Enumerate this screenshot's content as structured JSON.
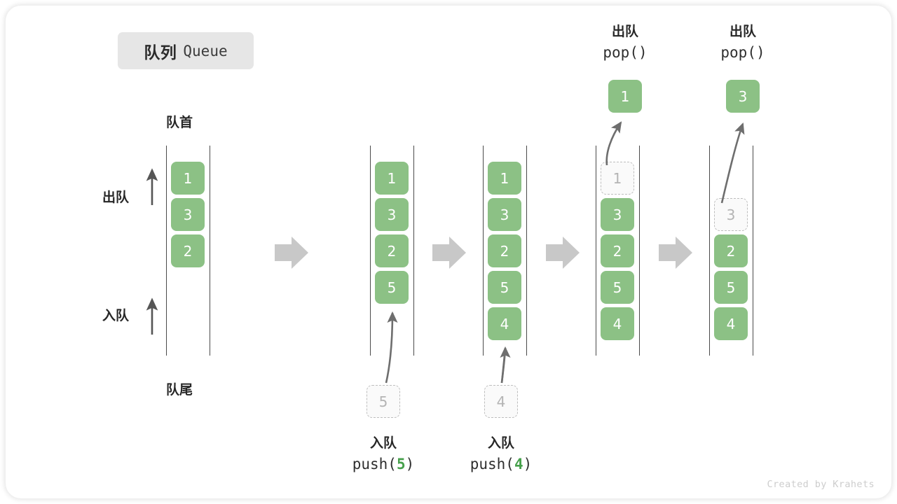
{
  "title": {
    "cn": "队列",
    "en": "Queue"
  },
  "labels": {
    "front": "队首",
    "rear": "队尾",
    "dequeue": "出队",
    "enqueue": "入队"
  },
  "colors": {
    "cell_fill": "#8cc185",
    "cell_text": "#ffffff",
    "ghost_border": "#bdbdbd",
    "ghost_text": "#b4b4b4",
    "arrow_gray": "#c8c8c8",
    "curve_gray": "#6e6e6e",
    "accent_green": "#46a04b",
    "badge_bg": "#e6e6e6",
    "rail": "#4a4a4a"
  },
  "columns": [
    {
      "id": "state-initial",
      "cells": [
        {
          "value": "1",
          "state": "filled"
        },
        {
          "value": "3",
          "state": "filled"
        },
        {
          "value": "2",
          "state": "filled"
        }
      ]
    },
    {
      "id": "state-after-push-5",
      "cells": [
        {
          "value": "1",
          "state": "filled"
        },
        {
          "value": "3",
          "state": "filled"
        },
        {
          "value": "2",
          "state": "filled"
        },
        {
          "value": "5",
          "state": "filled"
        }
      ]
    },
    {
      "id": "state-after-push-4",
      "cells": [
        {
          "value": "1",
          "state": "filled"
        },
        {
          "value": "3",
          "state": "filled"
        },
        {
          "value": "2",
          "state": "filled"
        },
        {
          "value": "5",
          "state": "filled"
        },
        {
          "value": "4",
          "state": "filled"
        }
      ]
    },
    {
      "id": "state-pop-1",
      "cells": [
        {
          "value": "1",
          "state": "ghost"
        },
        {
          "value": "3",
          "state": "filled"
        },
        {
          "value": "2",
          "state": "filled"
        },
        {
          "value": "5",
          "state": "filled"
        },
        {
          "value": "4",
          "state": "filled"
        }
      ]
    },
    {
      "id": "state-pop-3",
      "cells": [
        {
          "value": "",
          "state": "blank"
        },
        {
          "value": "3",
          "state": "ghost"
        },
        {
          "value": "2",
          "state": "filled"
        },
        {
          "value": "5",
          "state": "filled"
        },
        {
          "value": "4",
          "state": "filled"
        }
      ]
    }
  ],
  "operations": {
    "push_5": {
      "chip_value": "5",
      "label_cn": "入队",
      "call_prefix": "push(",
      "call_value": "5",
      "call_suffix": ")"
    },
    "push_4": {
      "chip_value": "4",
      "label_cn": "入队",
      "call_prefix": "push(",
      "call_value": "4",
      "call_suffix": ")"
    },
    "pop_1": {
      "label_cn": "出队",
      "call": "pop()",
      "chip_value": "1"
    },
    "pop_3": {
      "label_cn": "出队",
      "call": "pop()",
      "chip_value": "3"
    }
  },
  "footer": "Created by Krahets"
}
